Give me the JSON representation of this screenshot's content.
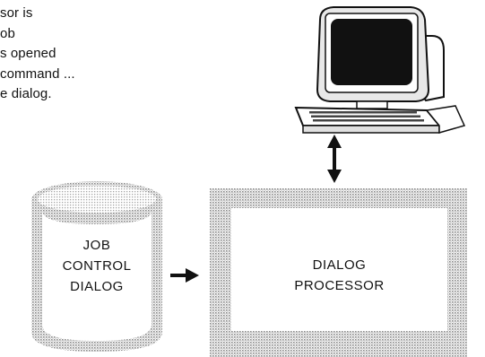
{
  "caption": {
    "lines": [
      "sor is",
      "ob",
      "s opened",
      "command ...",
      "e dialog."
    ]
  },
  "nodes": {
    "database": {
      "label_lines": [
        "JOB",
        "CONTROL",
        "DIALOG"
      ]
    },
    "processor": {
      "label_lines": [
        "DIALOG",
        "PROCESSOR"
      ]
    },
    "terminal": {
      "icon": "computer-terminal-icon"
    }
  },
  "edges": [
    {
      "from": "database",
      "to": "processor",
      "direction": "one-way"
    },
    {
      "from": "terminal",
      "to": "processor",
      "direction": "two-way"
    }
  ],
  "colors": {
    "ink": "#111111",
    "fill_pattern": "#9a9a9a",
    "background": "#ffffff"
  }
}
